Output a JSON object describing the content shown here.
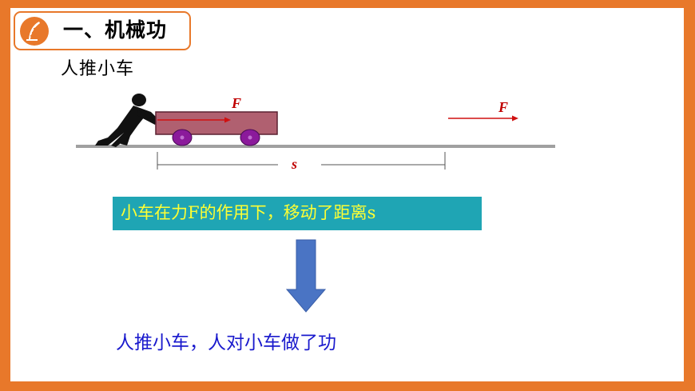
{
  "header": {
    "title": "一、机械功",
    "icon": "feather-quill-icon"
  },
  "scene": {
    "caption": "人推小车",
    "force_label_on_cart": "F",
    "force_label_right": "F",
    "distance_label": "s"
  },
  "explanation": {
    "text": "小车在力F的作用下，移动了距离s"
  },
  "conclusion": {
    "text": "人推小车，人对小车做了功"
  },
  "colors": {
    "frame": "#E8782A",
    "cart": "#B06070",
    "wheels": "#8B1A9B",
    "force_arrow": "#D01010",
    "highlight_box": "#1FA5B4",
    "highlight_text": "#FFFF33",
    "down_arrow": "#4A74C4",
    "conclusion_text": "#1A1ACD"
  }
}
